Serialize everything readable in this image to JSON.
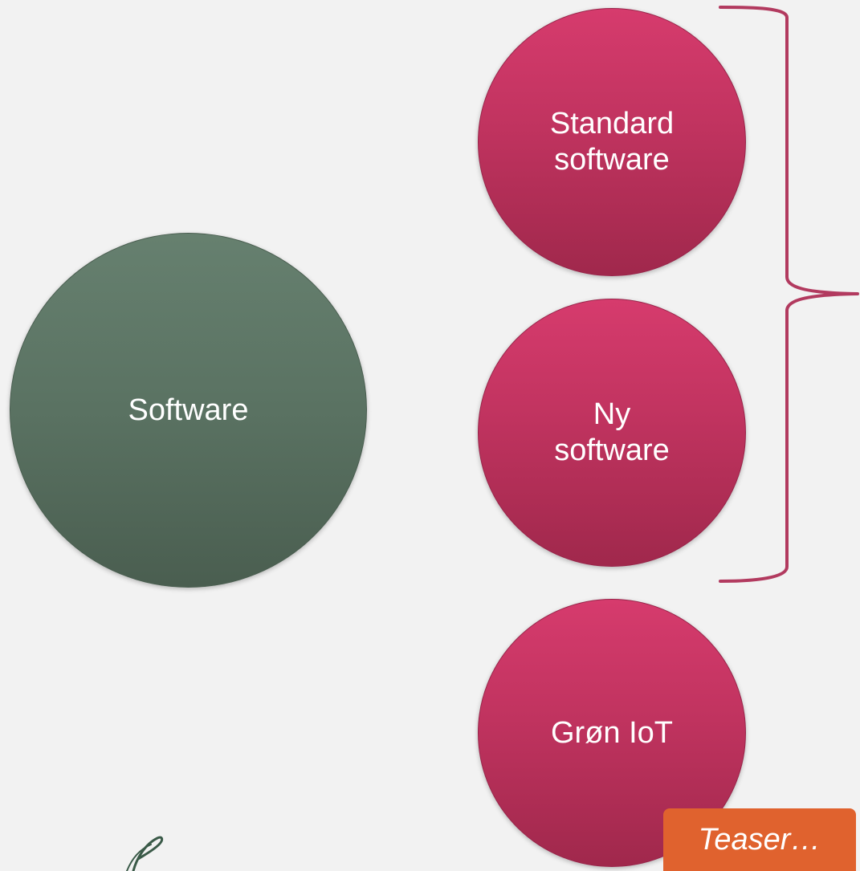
{
  "diagram": {
    "root": {
      "label": "Software"
    },
    "branches": [
      {
        "label": "Standard\nsoftware"
      },
      {
        "label": "Ny\nsoftware"
      },
      {
        "label": "Grøn IoT"
      }
    ],
    "badge": {
      "label": "Teaser…"
    },
    "colors": {
      "background": "#f2f2f2",
      "root_circle": "#5a7262",
      "branch_circle": "#c0335f",
      "bracket": "#b23a5f",
      "badge": "#e0622e",
      "text": "#ffffff"
    },
    "logo_icon": "swirl-logo-icon"
  }
}
